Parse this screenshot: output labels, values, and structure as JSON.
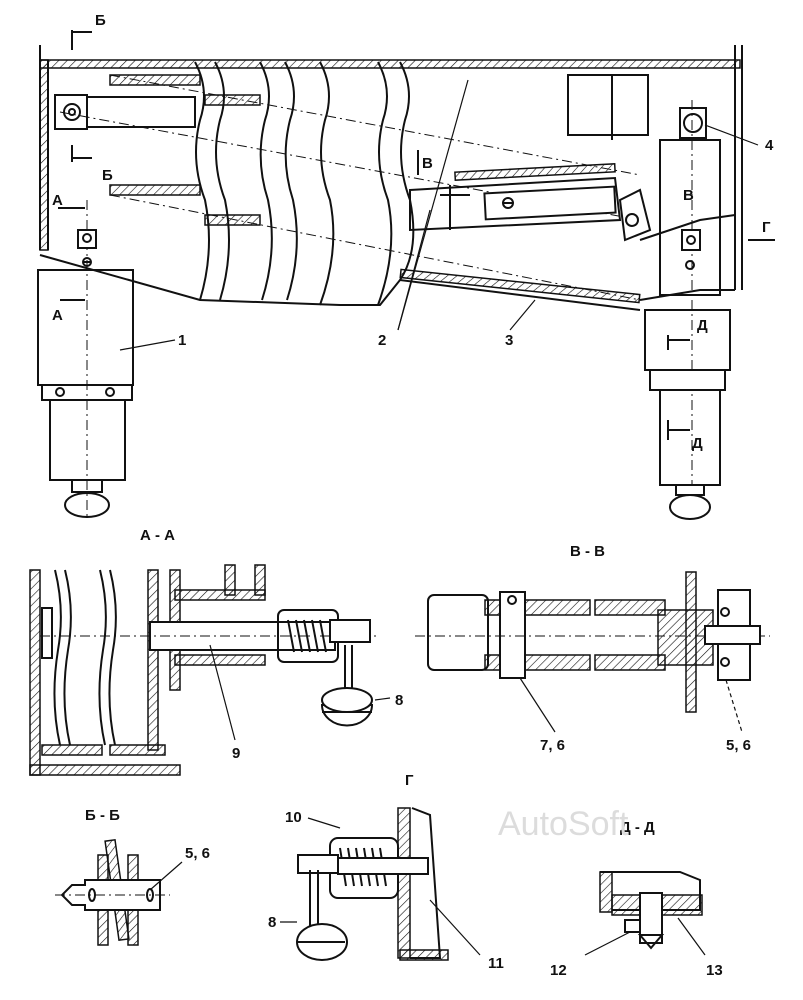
{
  "section_labels": {
    "aa": "А - А",
    "vv": "В - В",
    "g": "Г",
    "bb": "Б - Б",
    "dd": "Д - Д"
  },
  "cut_letters": {
    "b": "Б",
    "a": "А",
    "v": "В",
    "g": "Г",
    "d": "Д"
  },
  "part_numbers": [
    "1",
    "2",
    "3",
    "4",
    "8",
    "9",
    "7, 6",
    "5, 6",
    "10",
    "11",
    "12",
    "13"
  ],
  "watermark": "AutoSoft"
}
